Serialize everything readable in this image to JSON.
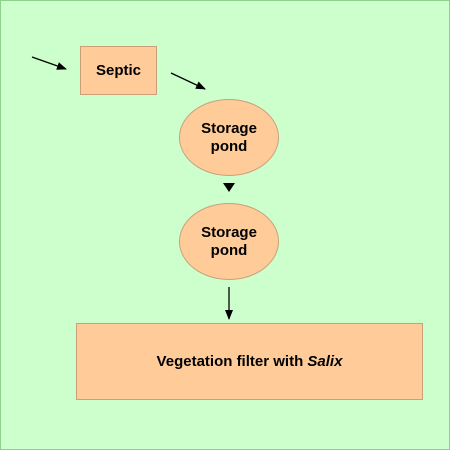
{
  "diagram": {
    "background_color": "#ccffcc",
    "node_fill_color": "#ffcc99",
    "arrow_color": "#000000",
    "nodes": {
      "septic": {
        "label": "Septic",
        "shape": "rectangle"
      },
      "storage_pond_1": {
        "line1": "Storage",
        "line2": "pond",
        "shape": "ellipse"
      },
      "storage_pond_2": {
        "line1": "Storage",
        "line2": "pond",
        "shape": "ellipse"
      },
      "vegetation_filter": {
        "label_prefix": "Vegetation filter with ",
        "label_italic": "Salix",
        "shape": "rectangle"
      }
    },
    "edges": [
      {
        "from": "inflow",
        "to": "septic"
      },
      {
        "from": "septic",
        "to": "storage_pond_1"
      },
      {
        "from": "storage_pond_1",
        "to": "storage_pond_2"
      },
      {
        "from": "storage_pond_2",
        "to": "vegetation_filter"
      }
    ]
  }
}
